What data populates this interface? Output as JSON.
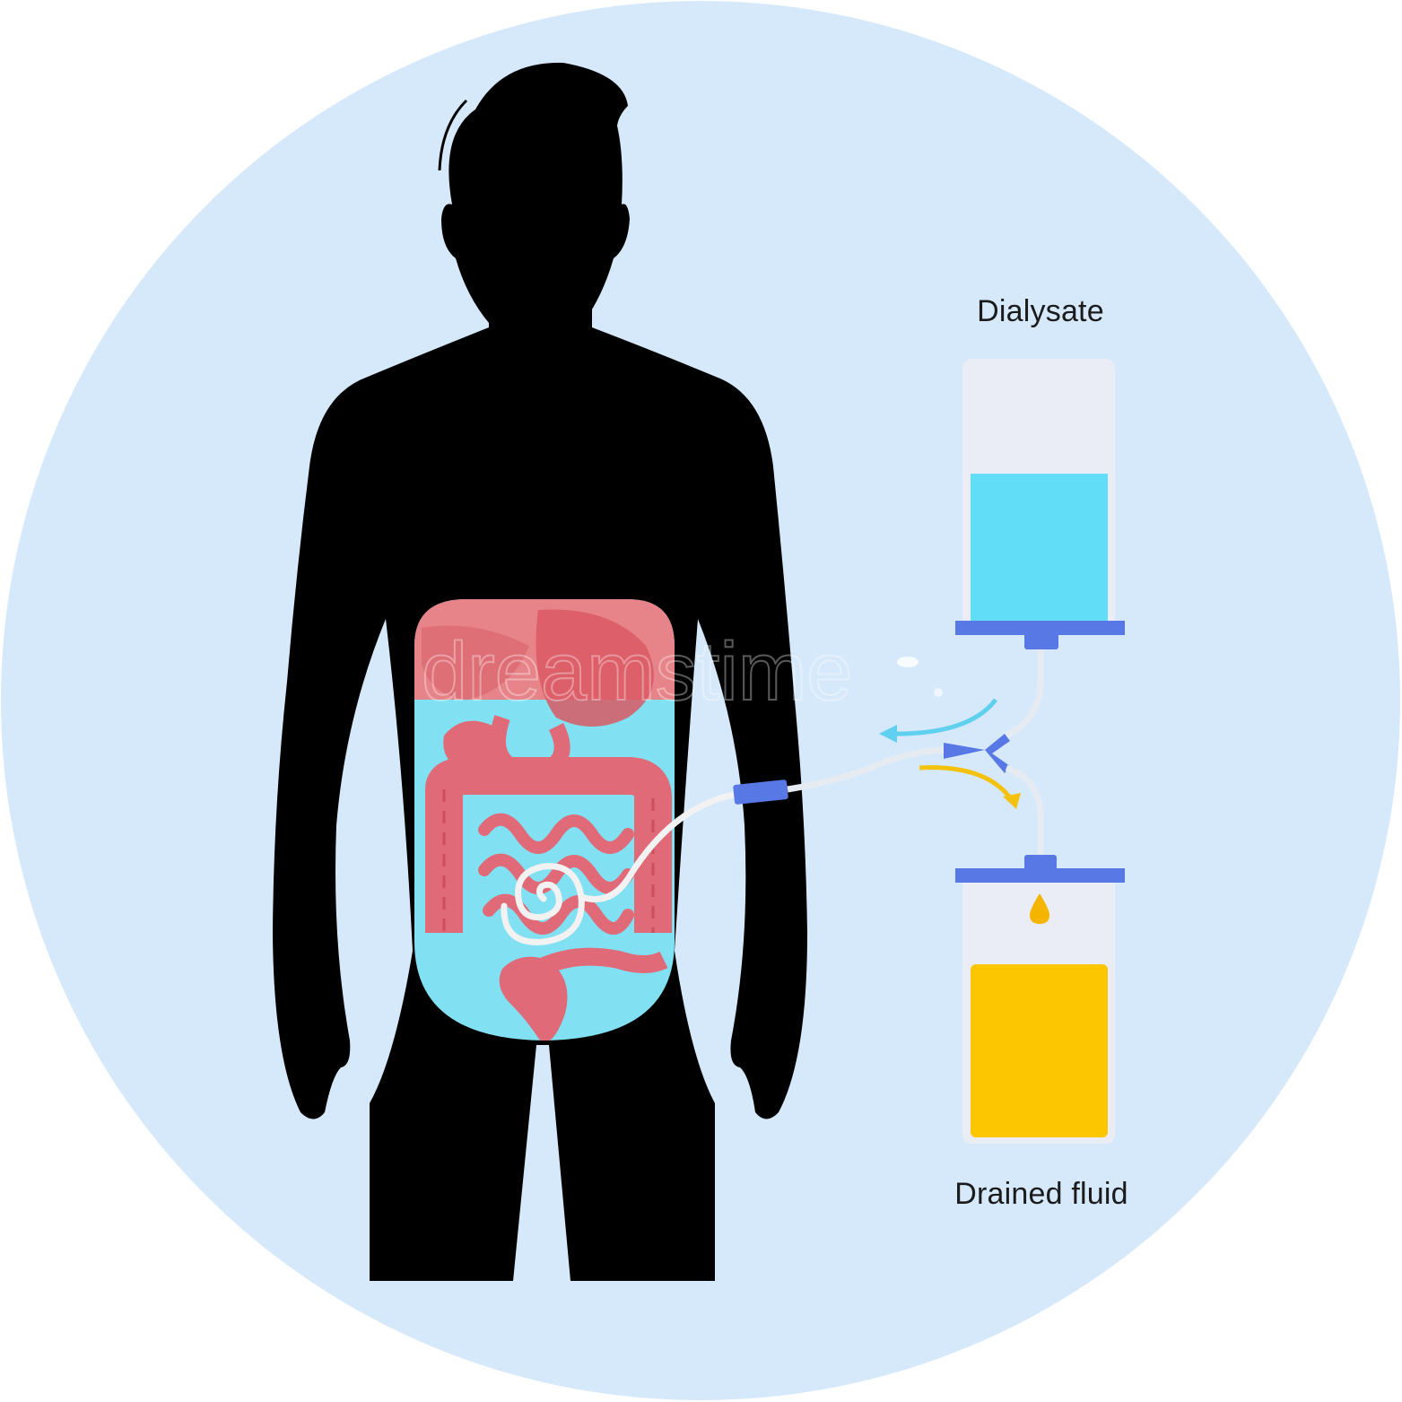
{
  "diagram": {
    "labels": {
      "top_bag": "Dialysate",
      "bottom_bag": "Drained fluid"
    },
    "watermark_text": "dreamstime",
    "colors": {
      "background_circle": "#d6e9fb",
      "silhouette": "#000000",
      "dialysate_fluid": "#62ddf8",
      "drained_fluid": "#fcc600",
      "bag": "#eaedf5",
      "connector": "#5878e6",
      "abdomen_fluid": "#82e0f3",
      "organs": "#e06a77",
      "catheter": "#f2f2f2",
      "arrow_in": "#5fd0ee",
      "arrow_out": "#f4c20d"
    },
    "levels": {
      "dialysate_bag_fill_fraction": 0.58,
      "drained_bag_fill_fraction": 0.72
    },
    "icons": [
      "person-silhouette",
      "intestines",
      "iv-bag",
      "drip-drop",
      "flow-arrow"
    ]
  }
}
